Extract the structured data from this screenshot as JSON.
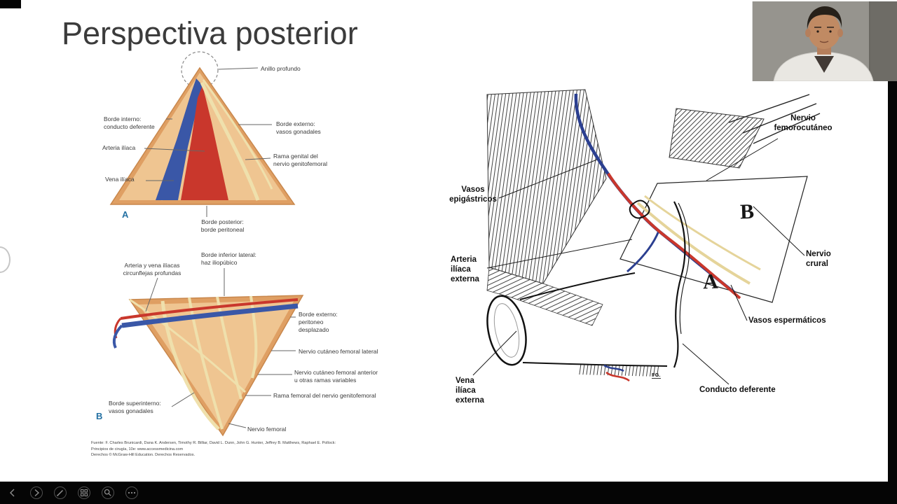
{
  "slide": {
    "title": "Perspectiva posterior",
    "source_citation": "Fuente: F. Charles Brunicardi, Dana K. Andersen, Timothy R. Billiar, David L. Dunn, John G. Hunter, Jeffrey B. Matthews, Raphael E. Pollock:\nPrincipios de cirugía, 10e: www.accessmedicina.com\nDerechos © McGraw-Hill Education. Derechos Reservados."
  },
  "figure_a": {
    "panel_label": "A",
    "labels": {
      "anillo_profundo": "Anillo profundo",
      "borde_interno": "Borde interno:\nconducto deferente",
      "arteria_iliaca": "Arteria ilíaca",
      "vena_iliaca": "Vena ilíaca",
      "borde_externo": "Borde externo:\nvasos gonadales",
      "rama_genital": "Rama genital del\nnervio genitofemoral",
      "borde_posterior": "Borde posterior:\nborde peritoneal"
    }
  },
  "figure_b": {
    "panel_label": "B",
    "labels": {
      "circunflejas": "Arteria y vena ilíacas\ncircunflejas profundas",
      "haz_iliopubico": "Borde inferior lateral:\nhaz iliopúbico",
      "peritoneo_desplazado": "Borde externo:\nperitoneo\ndesplazado",
      "nervio_cutaneo_lateral": "Nervio cutáneo femoral lateral",
      "nervio_cutaneo_anterior": "Nervio cutáneo femoral anterior\nu otras ramas variables",
      "rama_femoral": "Rama femoral del nervio genitofemoral",
      "borde_superinterno": "Borde superinterno:\nvasos gonadales",
      "nervio_femoral": "Nervio femoral"
    }
  },
  "sketch": {
    "labels": {
      "nervio_femorocutaneo": "Nervio\nfemorocutáneo",
      "vasos_epigastricos": "Vasos\nepigástricos",
      "arteria_iliaca_externa": "Arteria\nilíaca\nexterna",
      "vena_iliaca_externa": "Vena\nilíaca\nexterna",
      "nervio_crural": "Nervio\ncrural",
      "vasos_espermaticos": "Vasos espermáticos",
      "conducto_deferente": "Conducto deferente",
      "region_b": "B",
      "region_a": "A",
      "signature": "FG."
    }
  },
  "toolbar": {
    "buttons": [
      {
        "id": "previous-slide",
        "icon": "chevron-left-icon"
      },
      {
        "id": "next-slide",
        "icon": "chevron-right-icon"
      },
      {
        "id": "pen-tool",
        "icon": "pen-icon"
      },
      {
        "id": "see-all-slides",
        "icon": "grid-icon"
      },
      {
        "id": "zoom-tool",
        "icon": "magnifier-icon"
      },
      {
        "id": "more-options",
        "icon": "ellipsis-icon"
      }
    ]
  },
  "colors": {
    "fascia_tan": "#EFC591",
    "fascia_border": "#C8874C",
    "vein_blue": "#3A57A7",
    "artery_red": "#C9372C",
    "nerve_yellow": "#EFE0AC",
    "panel_label_blue": "#2471A3"
  }
}
